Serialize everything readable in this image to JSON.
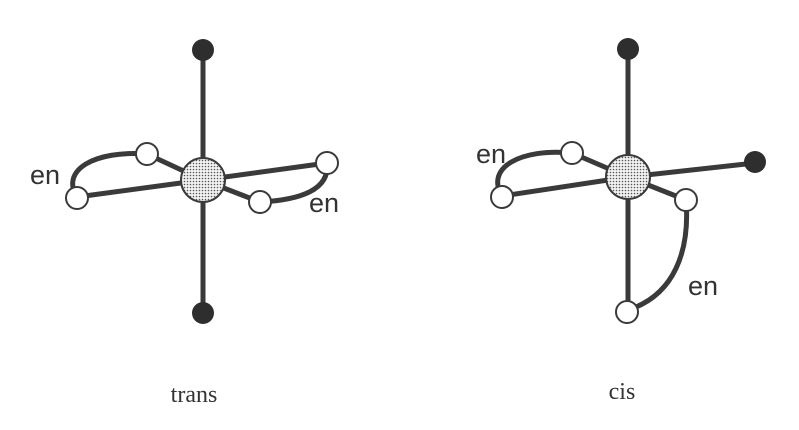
{
  "isomers": {
    "trans": {
      "label": "trans",
      "ligand_labels": [
        "en",
        "en"
      ]
    },
    "cis": {
      "label": "cis",
      "ligand_labels": [
        "en",
        "en"
      ]
    }
  },
  "colors": {
    "bond": "#3a3a3a",
    "dark_atom": "#2e2e2e",
    "open_atom": "#ffffff",
    "text": "#333333"
  }
}
